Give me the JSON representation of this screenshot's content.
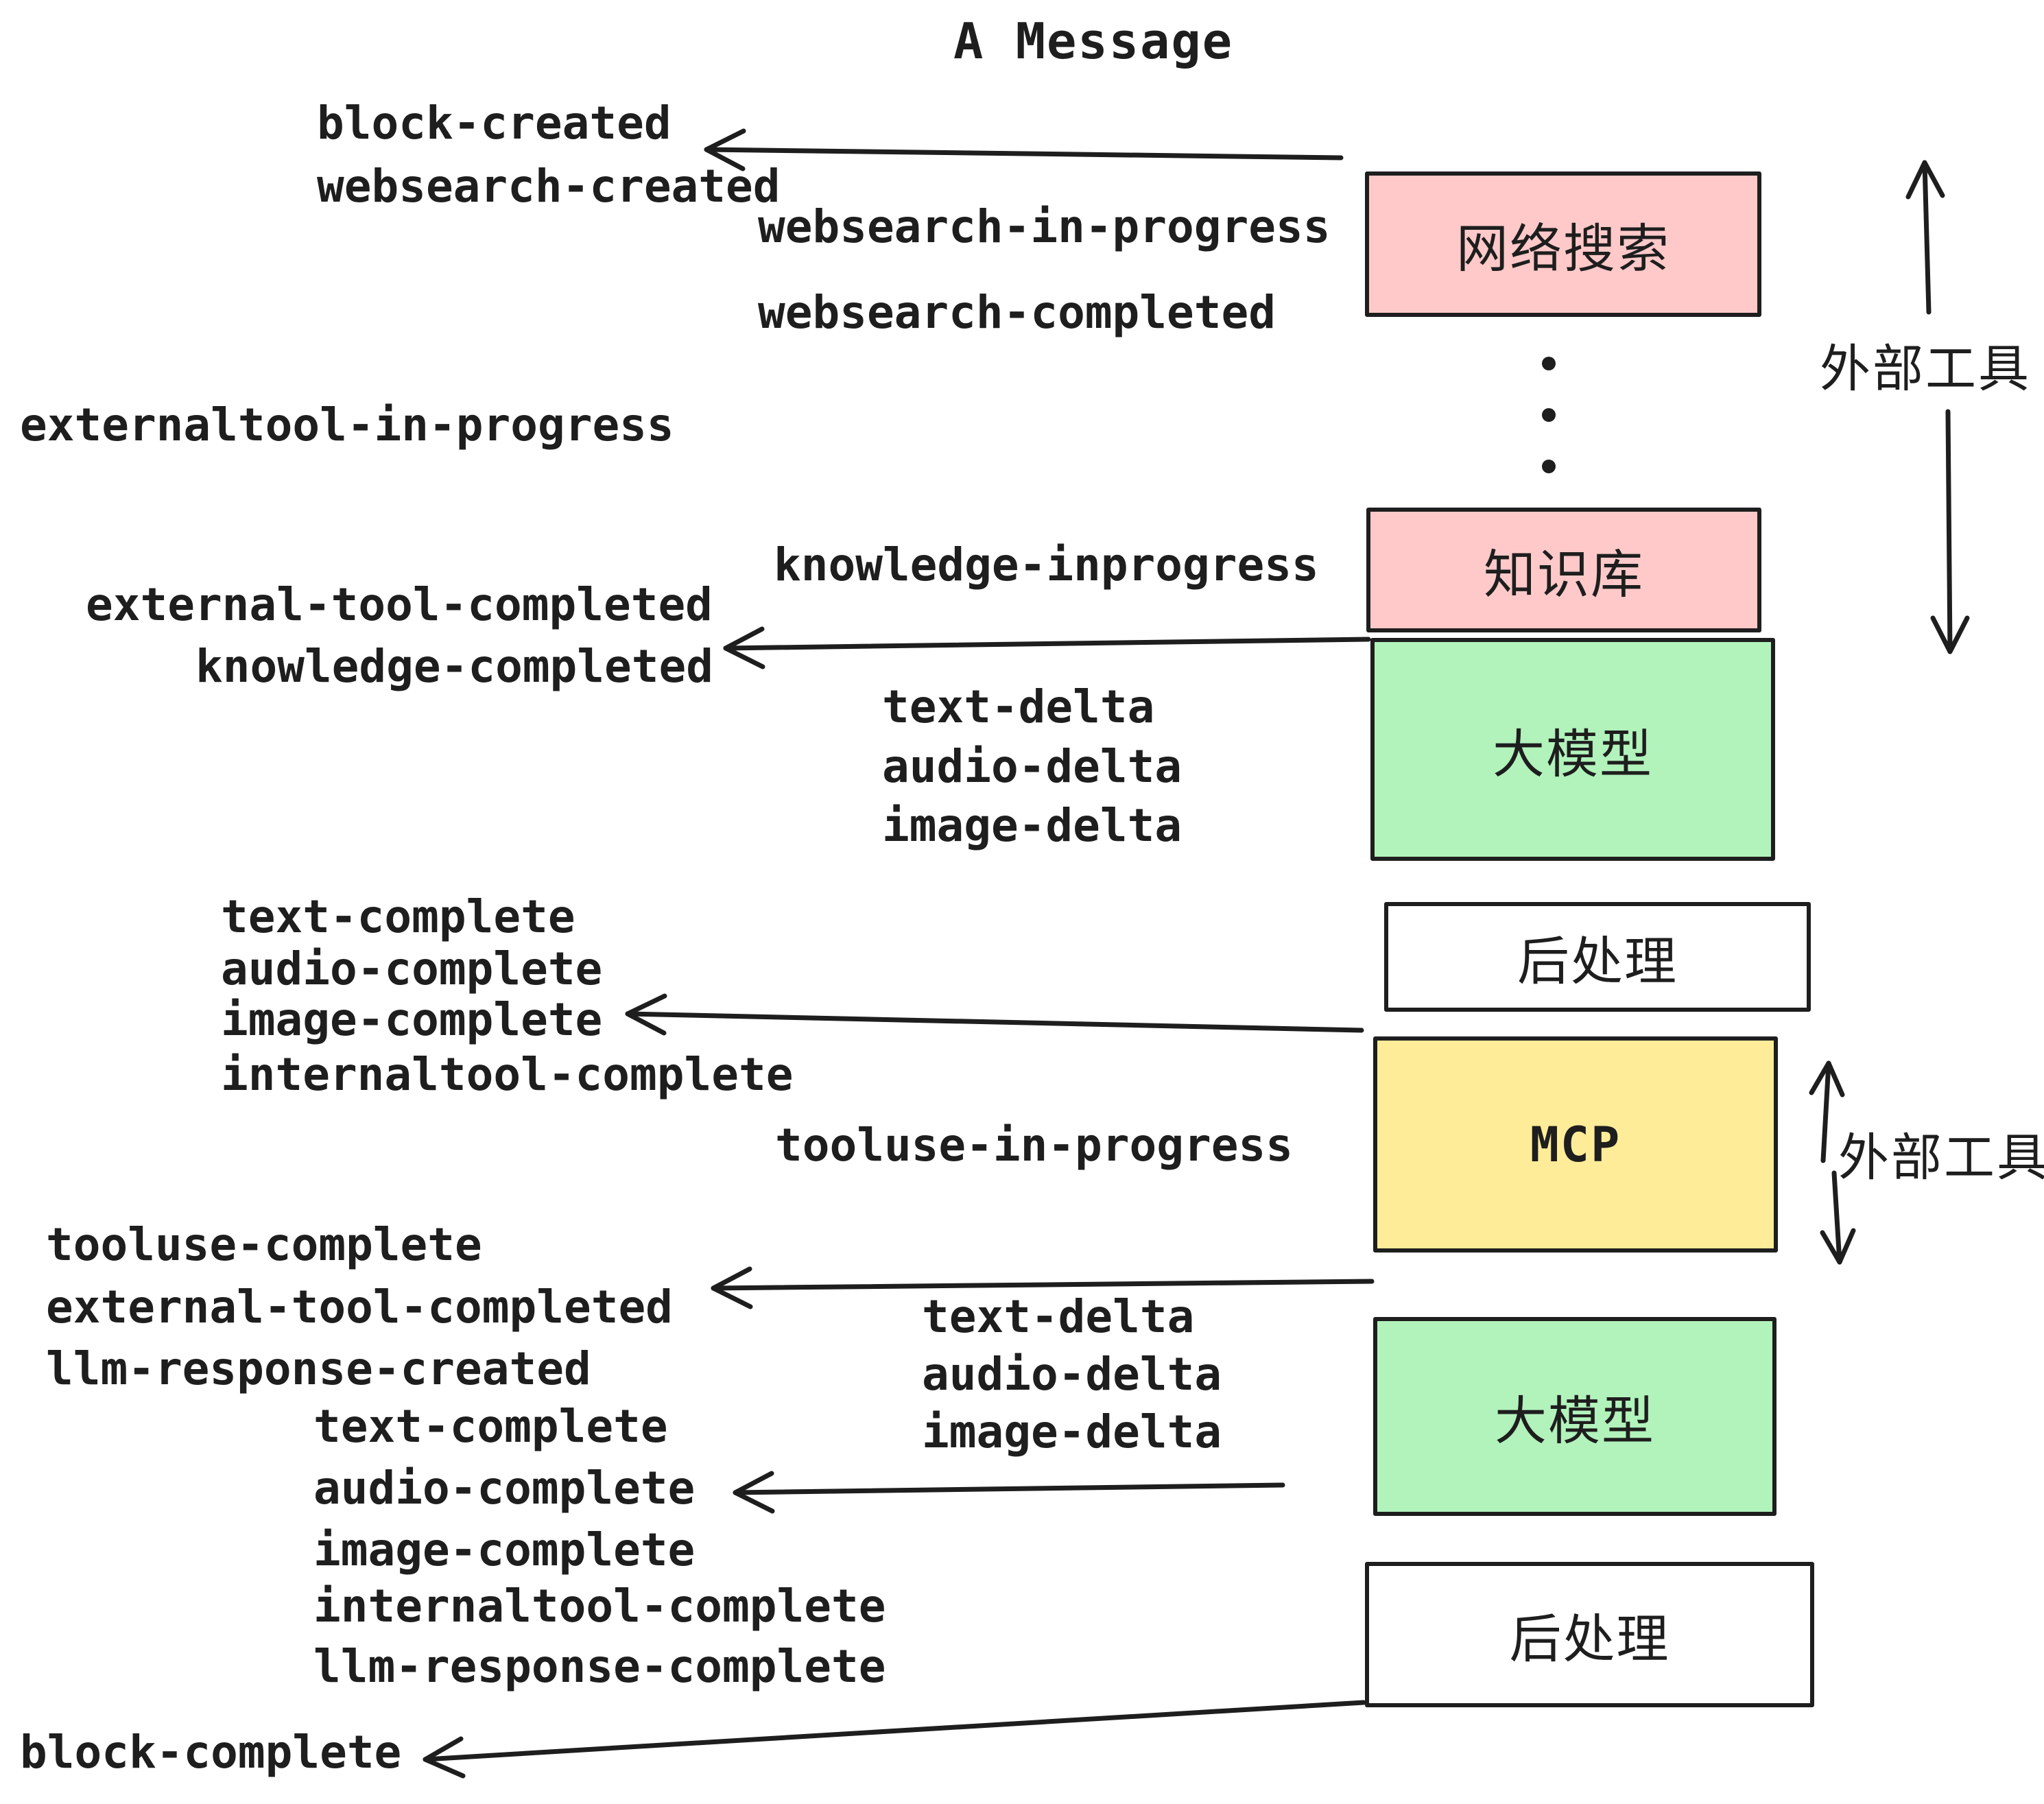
{
  "title": "A Message",
  "colors": {
    "ink": "#1e1e1e",
    "pink": "#ffc9c9",
    "green": "#b2f2bb",
    "yellow": "#ffec99",
    "white": "#ffffff"
  },
  "stages": [
    {
      "id": "websearch",
      "label": "网络搜索",
      "color": "#ffc9c9"
    },
    {
      "id": "knowledge",
      "label": "知识库",
      "color": "#ffc9c9"
    },
    {
      "id": "llm-1",
      "label": "大模型",
      "color": "#b2f2bb"
    },
    {
      "id": "postprocess-1",
      "label": "后处理",
      "color": "#ffffff"
    },
    {
      "id": "mcp",
      "label": "MCP",
      "color": "#ffec99"
    },
    {
      "id": "llm-2",
      "label": "大模型",
      "color": "#b2f2bb"
    },
    {
      "id": "postprocess-2",
      "label": "后处理",
      "color": "#ffffff"
    }
  ],
  "side_annotations": [
    {
      "id": "external-tools-top",
      "label": "外部工具"
    },
    {
      "id": "external-tools-mid",
      "label": "外部工具"
    }
  ],
  "events": {
    "block_created": "block-created",
    "websearch_created": "websearch-created",
    "websearch_in_progress": "websearch-in-progress",
    "websearch_completed": "websearch-completed",
    "externaltool_in_progress": "externaltool-in-progress",
    "knowledge_inprogress": "knowledge-inprogress",
    "external_tool_completed_a": "external-tool-completed",
    "knowledge_completed": "knowledge-completed",
    "text_delta_a": "text-delta",
    "audio_delta_a": "audio-delta",
    "image_delta_a": "image-delta",
    "text_complete_a": "text-complete",
    "audio_complete_a": "audio-complete",
    "image_complete_a": "image-complete",
    "internaltool_complete_a": "internaltool-complete",
    "tooluse_in_progress": "tooluse-in-progress",
    "tooluse_complete": "tooluse-complete",
    "external_tool_completed_b": "external-tool-completed",
    "llm_response_created": "llm-response-created",
    "text_complete_b": "text-complete",
    "audio_complete_b": "audio-complete",
    "image_complete_b": "image-complete",
    "internaltool_complete_b": "internaltool-complete",
    "llm_response_complete": "llm-response-complete",
    "block_complete": "block-complete",
    "text_delta_b": "text-delta",
    "audio_delta_b": "audio-delta",
    "image_delta_b": "image-delta"
  }
}
